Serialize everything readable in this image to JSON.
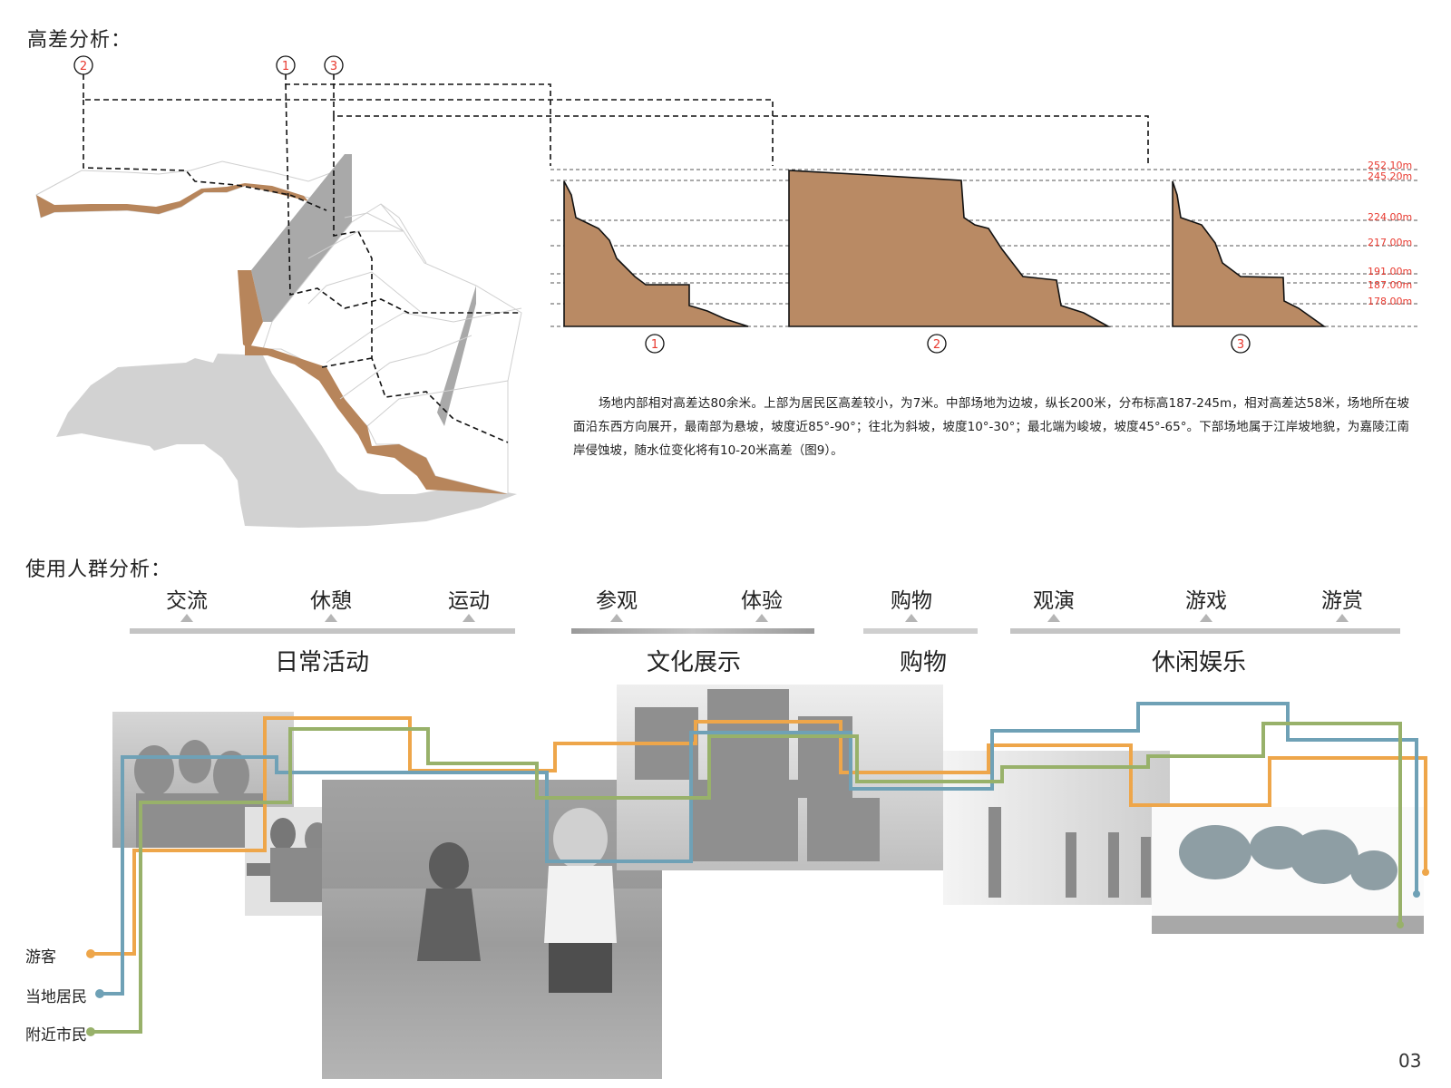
{
  "elevation_section": {
    "title": "高差分析：",
    "markers": [
      "2",
      "1",
      "3"
    ],
    "section_numbers": [
      "1",
      "2",
      "3"
    ],
    "elevations": [
      "252.10m",
      "245.20m",
      "224.00m",
      "217.00m",
      "191.00m",
      "187.00m",
      "178.00m"
    ],
    "description": "场地内部相对高差达80余米。上部为居民区高差较小，为7米。中部场地为边坡，纵长200米，分布标高187-245m，相对高差达58米，场地所在坡面沿东西方向展开，最南部为悬坡，坡度近85°-90°；往北为斜坡，坡度10°-30°；最北端为峻坡，坡度45°-65°。下部场地属于江岸坡地貌，为嘉陵江南岸侵蚀坡，随水位变化将有10-20米高差（图9）。"
  },
  "crowd_section": {
    "title": "使用人群分析：",
    "categories": [
      {
        "label": "日常活动",
        "activities": [
          "交流",
          "休憩",
          "运动"
        ]
      },
      {
        "label": "文化展示",
        "activities": [
          "参观",
          "体验"
        ]
      },
      {
        "label": "购物",
        "activities": [
          "购物"
        ]
      },
      {
        "label": "休闲娱乐",
        "activities": [
          "观演",
          "游戏",
          "游赏"
        ]
      }
    ],
    "legend": [
      {
        "label": "游客",
        "color": "#eea64a"
      },
      {
        "label": "当地居民",
        "color": "#6fa1b6"
      },
      {
        "label": "附近市民",
        "color": "#98b16a"
      }
    ]
  },
  "page_number": "03"
}
